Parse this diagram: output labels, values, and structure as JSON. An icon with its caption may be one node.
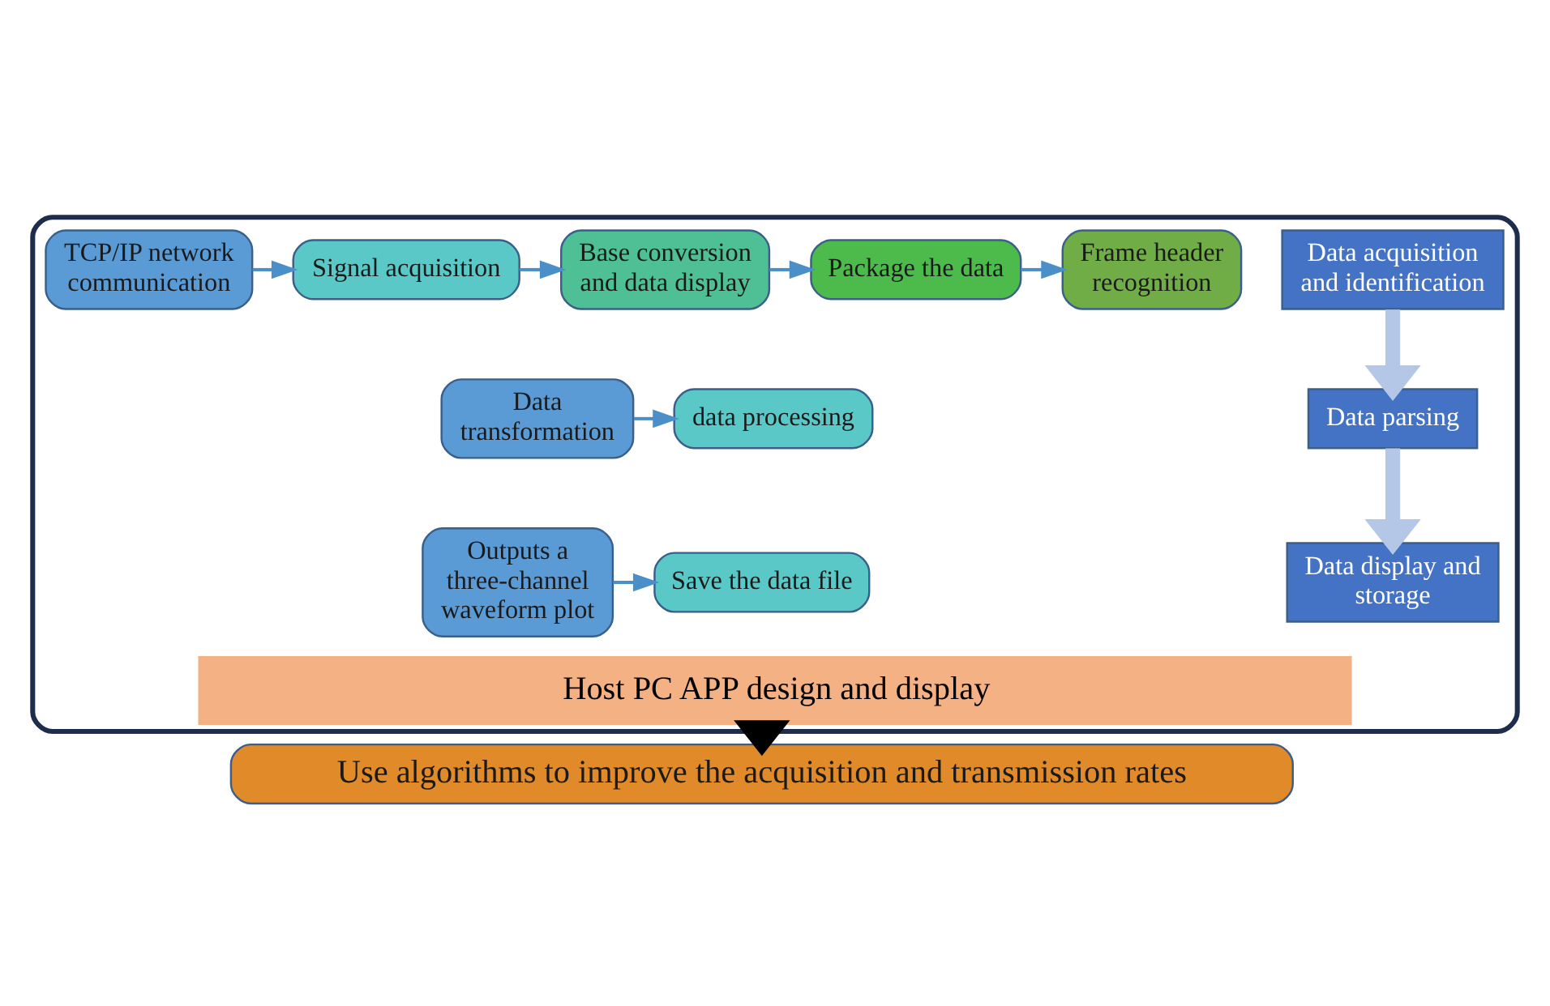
{
  "diagram": {
    "nodes": [
      {
        "text": [
          "Host PC APP design and display"
        ]
      },
      {
        "text": [
          "Data acquisition and identification"
        ],
        "in": 0
      },
      {
        "text": [
          "TCP/IP network communication"
        ],
        "in": 0
      },
      {
        "text": [
          "Signal acquisition"
        ],
        "in": 0
      },
      {
        "text": [
          "Base conversion and data display"
        ],
        "in": 0
      },
      {
        "text": [
          "Package the data"
        ],
        "in": 0
      },
      {
        "text": [
          "Frame header recognition"
        ],
        "in": 0
      },
      {
        "text": [
          "Data parsing"
        ],
        "in": 0
      },
      {
        "text": [
          "Data transformation"
        ],
        "in": 0
      },
      {
        "text": [
          "data processing"
        ],
        "in": 0
      },
      {
        "text": [
          "Data display and storage"
        ],
        "in": 0
      },
      {
        "text": [
          "Outputs a three-channel waveform plot"
        ],
        "in": 0
      },
      {
        "text": [
          "Save the data file"
        ],
        "in": 0
      },
      {
        "text": [
          "Use algorithms to improve the acquisition and transmission rates"
        ]
      }
    ],
    "edges": [
      {
        "from": 2,
        "to": 3,
        "arrow": "to"
      },
      {
        "from": 3,
        "to": 4,
        "arrow": "to"
      },
      {
        "from": 4,
        "to": 5,
        "arrow": "to"
      },
      {
        "from": 5,
        "to": 6,
        "arrow": "to"
      },
      {
        "from": 1,
        "to": 7,
        "arrow": "to",
        "style": "thick",
        "color": "#b4c7e7"
      },
      {
        "from": 8,
        "to": 9,
        "arrow": "to"
      },
      {
        "from": 7,
        "to": 10,
        "arrow": "to",
        "style": "thick",
        "color": "#b4c7e7"
      },
      {
        "from": 11,
        "to": 12,
        "arrow": "to"
      },
      {
        "from": 0,
        "to": 13,
        "arrow": "to",
        "style": "thick",
        "color": "#000000"
      }
    ]
  }
}
